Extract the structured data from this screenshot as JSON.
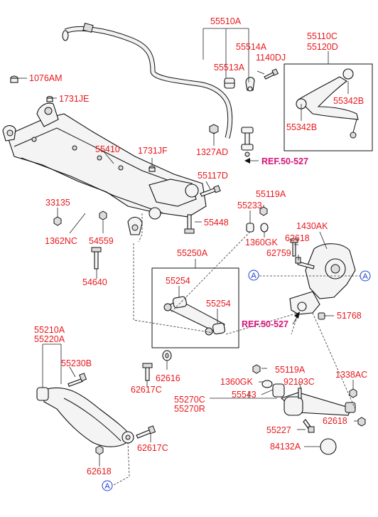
{
  "labels": {
    "l55510A": "55510A",
    "l55514A": "55514A",
    "l55513A": "55513A",
    "l1140DJ": "1140DJ",
    "l55110C": "55110C",
    "l55120D": "55120D",
    "l1076AM": "1076AM",
    "l1731JE": "1731JE",
    "l55342B_a": "55342B",
    "l55342B_b": "55342B",
    "l55410": "55410",
    "l1731JF": "1731JF",
    "l1327AD": "1327AD",
    "l55117D": "55117D",
    "l33135": "33135",
    "l55119A_top": "55119A",
    "l55233": "55233",
    "l1362NC": "1362NC",
    "l54559": "54559",
    "l55448": "55448",
    "l1430AK": "1430AK",
    "l1360GK_top": "1360GK",
    "l62618_mid": "62618",
    "l62759": "62759",
    "l55250A": "55250A",
    "l54640": "54640",
    "l55254_a": "55254",
    "l55254_b": "55254",
    "l51768": "51768",
    "l55210A": "55210A",
    "l55220A": "55220A",
    "l55230B": "55230B",
    "l62616": "62616",
    "l62617C_a": "62617C",
    "l55119A_bot": "55119A",
    "l1360GK_bot": "1360GK",
    "l92193C": "92193C",
    "l1338AC": "1338AC",
    "l55270C": "55270C",
    "l55270R": "55270R",
    "l55543": "55543",
    "l62618_right": "62618",
    "l55227": "55227",
    "l84132A": "84132A",
    "l62617C_b": "62617C",
    "l62618_bot": "62618"
  },
  "refs": {
    "ref_top": "REF.50-527",
    "ref_mid": "REF.50-527"
  },
  "markers": {
    "marker_a1": "A",
    "marker_a2": "A",
    "marker_a3": "A"
  },
  "colors": {
    "label": "#e8191e",
    "ref": "#d4157a",
    "marker": "#1b3fd0"
  }
}
